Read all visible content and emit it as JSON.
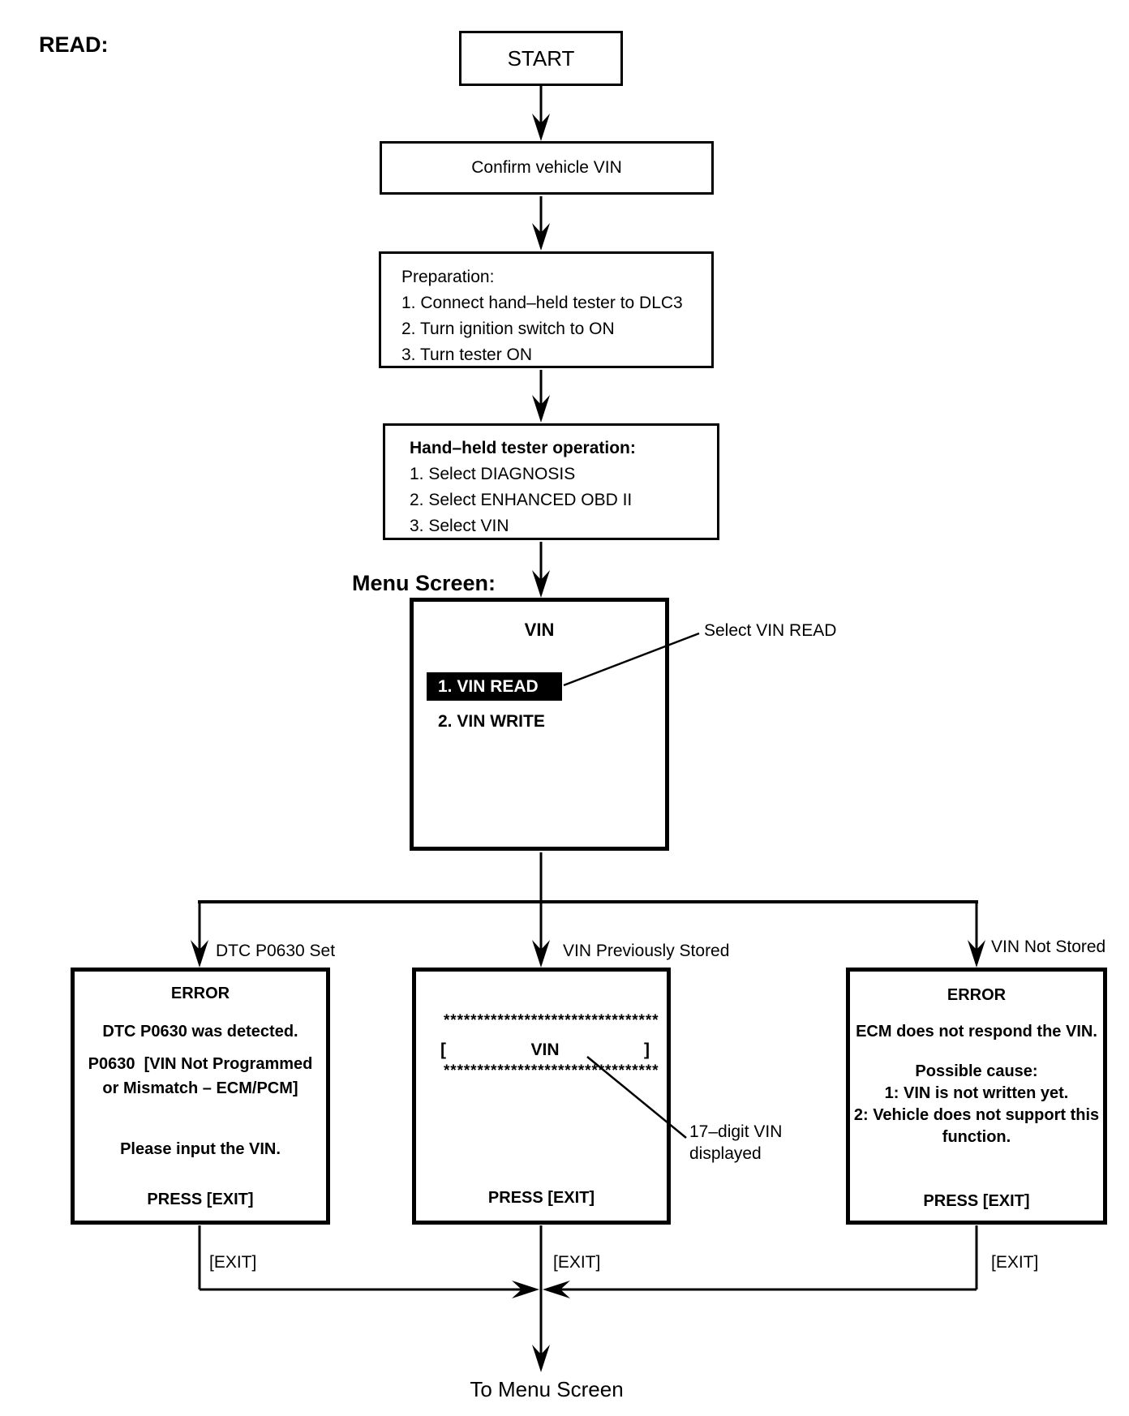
{
  "labels": {
    "read": "READ:",
    "menu_screen": "Menu Screen:",
    "to_menu_screen": "To Menu Screen",
    "select_vin_read": "Select VIN READ",
    "vin_digit_note_line1": "17–digit VIN",
    "vin_digit_note_line2": "displayed",
    "exit": "[EXIT]"
  },
  "flow": {
    "start": "START",
    "confirm_vin": "Confirm vehicle VIN",
    "preparation": {
      "title": "Preparation:",
      "steps": [
        "1. Connect hand–held tester to DLC3",
        "2. Turn ignition switch to ON",
        "3. Turn tester ON"
      ]
    },
    "tester_operation": {
      "title": "Hand–held tester operation:",
      "steps": [
        "1. Select DIAGNOSIS",
        "2. Select ENHANCED OBD II",
        "3. Select VIN"
      ]
    },
    "vin_menu": {
      "title": "VIN",
      "items": [
        "1. VIN READ",
        "2. VIN WRITE"
      ]
    }
  },
  "branches": {
    "dtc_set": {
      "label": "DTC P0630 Set",
      "lines": [
        "ERROR",
        "DTC P0630 was detected.",
        "P0630  [VIN Not Programmed",
        "or Mismatch – ECM/PCM]",
        "Please input the VIN.",
        "PRESS [EXIT]"
      ]
    },
    "vin_stored": {
      "label": "VIN Previously Stored",
      "stars": "********************************",
      "bracket_open": "[",
      "screen_title": "VIN",
      "bracket_close": "]",
      "press_exit": "PRESS [EXIT]"
    },
    "vin_not_stored": {
      "label": "VIN Not Stored",
      "lines": [
        "ERROR",
        "ECM does not respond the VIN.",
        "Possible cause:",
        "1: VIN is not written yet.",
        "2: Vehicle does not support this",
        "function.",
        "PRESS [EXIT]"
      ]
    }
  }
}
